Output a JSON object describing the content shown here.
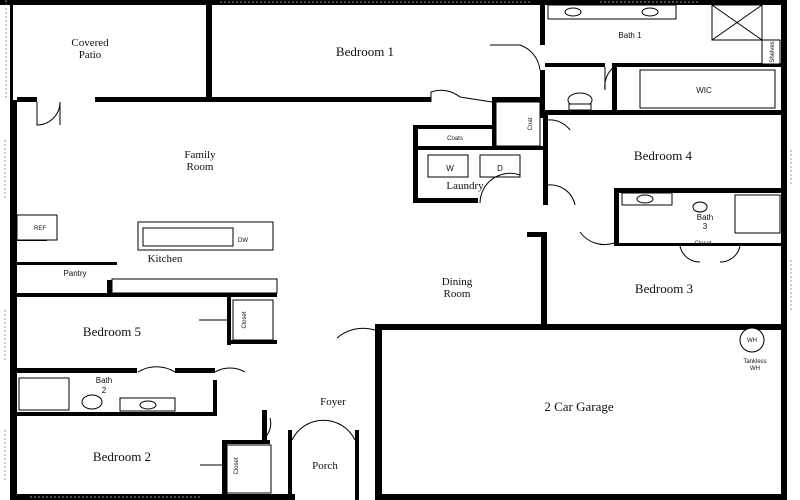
{
  "plan": {
    "rooms": {
      "covered_patio": [
        "Covered",
        "Patio"
      ],
      "bedroom_1": "Bedroom 1",
      "bath_1": "Bath 1",
      "shelves": "Shelves",
      "wic": "WIC",
      "coats": "Coats",
      "coat": "Coat",
      "washer": "W",
      "dryer": "D",
      "laundry": "Laundry",
      "bedroom_4": "Bedroom 4",
      "family_room": [
        "Family",
        "Room"
      ],
      "ref": "REF",
      "dw": "DW",
      "kitchen": "Kitchen",
      "pantry": "Pantry",
      "bath_3": [
        "Bath",
        "3"
      ],
      "closet_b3": "Closet",
      "dining_room": [
        "Dining",
        "Room"
      ],
      "bedroom_3": "Bedroom 3",
      "bedroom_5": "Bedroom 5",
      "closet_b5": "Closet",
      "water_heater": "WH",
      "tankless": [
        "Tankless",
        "WH"
      ],
      "bath_2": [
        "Bath",
        "2"
      ],
      "foyer": "Foyer",
      "garage": "2 Car Garage",
      "bedroom_2": "Bedroom 2",
      "closet_b2": "Closet",
      "porch": "Porch"
    }
  }
}
